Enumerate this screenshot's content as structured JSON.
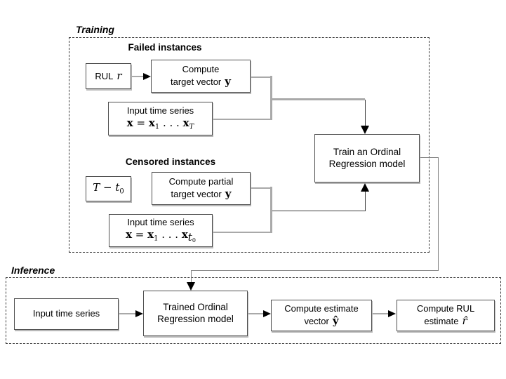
{
  "training": {
    "label": "Training",
    "failed": {
      "heading": "Failed instances",
      "rul_box": {
        "label": "RUL",
        "math_r": "r"
      },
      "compute_box": {
        "line1": "Compute",
        "line2": "target vector",
        "math_y": "y"
      },
      "input_box": {
        "line1": "Input time series",
        "x": "x",
        "eq": " = ",
        "xs": "x",
        "sub1": "1",
        "dots": " . . . ",
        "xe": "x",
        "subT": "T"
      }
    },
    "censored": {
      "heading": "Censored instances",
      "horizon_box": {
        "math_T": "T",
        "minus": " − ",
        "math_t": "t",
        "sub0": "0"
      },
      "compute_box": {
        "line1": "Compute partial",
        "line2": "target vector",
        "math_y": "y"
      },
      "input_box": {
        "line1": "Input time series",
        "x": "x",
        "eq": " = ",
        "xs": "x",
        "sub1": "1",
        "dots": " . . . ",
        "xe": "x",
        "subt": "t",
        "subt0": "0"
      }
    },
    "train_box": {
      "line1": "Train an Ordinal",
      "line2": "Regression model"
    }
  },
  "inference": {
    "label": "Inference",
    "input_box": {
      "label": "Input time series"
    },
    "trained_box": {
      "line1": "Trained Ordinal",
      "line2": "Regression model"
    },
    "estimate_box": {
      "line1": "Compute estimate",
      "line2": "vector",
      "math_yhat": "ŷ"
    },
    "rul_box": {
      "line1": "Compute RUL",
      "line2": "estimate",
      "math_rhat": "r̂"
    }
  },
  "colors": {
    "box_border": "#4f4f4f",
    "box_shadow": "#b8b8b8",
    "connector_gray": "#a9a9a9",
    "connector_dark": "#3f3f3f",
    "loop_gray": "#808080",
    "arrow_black": "#000000",
    "dashed_border": "#3c3c3c"
  }
}
